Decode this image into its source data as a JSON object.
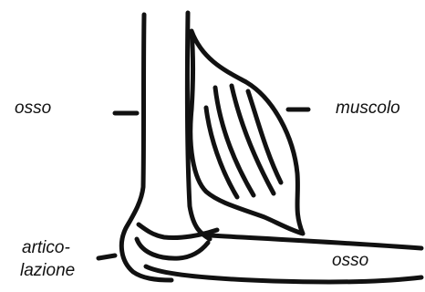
{
  "labels": {
    "osso_upper": "osso",
    "muscolo": "muscolo",
    "articolazione_line1": "artico-",
    "articolazione_line2": "lazione",
    "osso_lower": "osso"
  },
  "colors": {
    "ink": "#111111",
    "paper": "#ffffff"
  }
}
